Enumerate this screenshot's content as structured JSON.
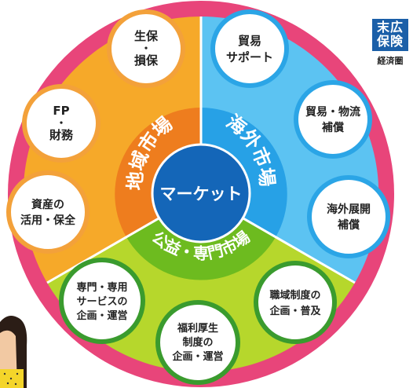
{
  "center": {
    "label": "マーケット"
  },
  "segments": {
    "regional": {
      "label": "地域市場",
      "color": "#ee7d1e"
    },
    "overseas": {
      "label": "海外市場",
      "color": "#27a1e6"
    },
    "public": {
      "label": "公益・専門市場",
      "color": "#6dbb1f"
    }
  },
  "nodes": [
    {
      "lines": [
        "生保",
        "・",
        "損保"
      ]
    },
    {
      "lines": [
        "貿易",
        "サポート"
      ]
    },
    {
      "lines": [
        "FP",
        "・",
        "財務"
      ]
    },
    {
      "lines": [
        "貿易・物流",
        "補償"
      ]
    },
    {
      "lines": [
        "資産の",
        "活用・保全"
      ]
    },
    {
      "lines": [
        "海外展開",
        "補償"
      ]
    },
    {
      "lines": [
        "専門・専用",
        "サービスの",
        "企画・運営"
      ]
    },
    {
      "lines": [
        "職域制度の",
        "企画・普及"
      ]
    },
    {
      "lines": [
        "福利厚生",
        "制度の",
        "企画・運営"
      ]
    }
  ],
  "brand": {
    "line1": "末広",
    "line2": "保険",
    "caption": "経済圏"
  },
  "colors": {
    "outer_ring": "#e8457a",
    "orange_outer": "#f6a929",
    "blue_outer": "#5cc3f2",
    "green_outer": "#b6d72c",
    "center": "#1466b8",
    "circle_border_orange": "#f3a13a",
    "circle_border_blue": "#2ba5e6",
    "circle_border_green": "#3a9b2e"
  }
}
